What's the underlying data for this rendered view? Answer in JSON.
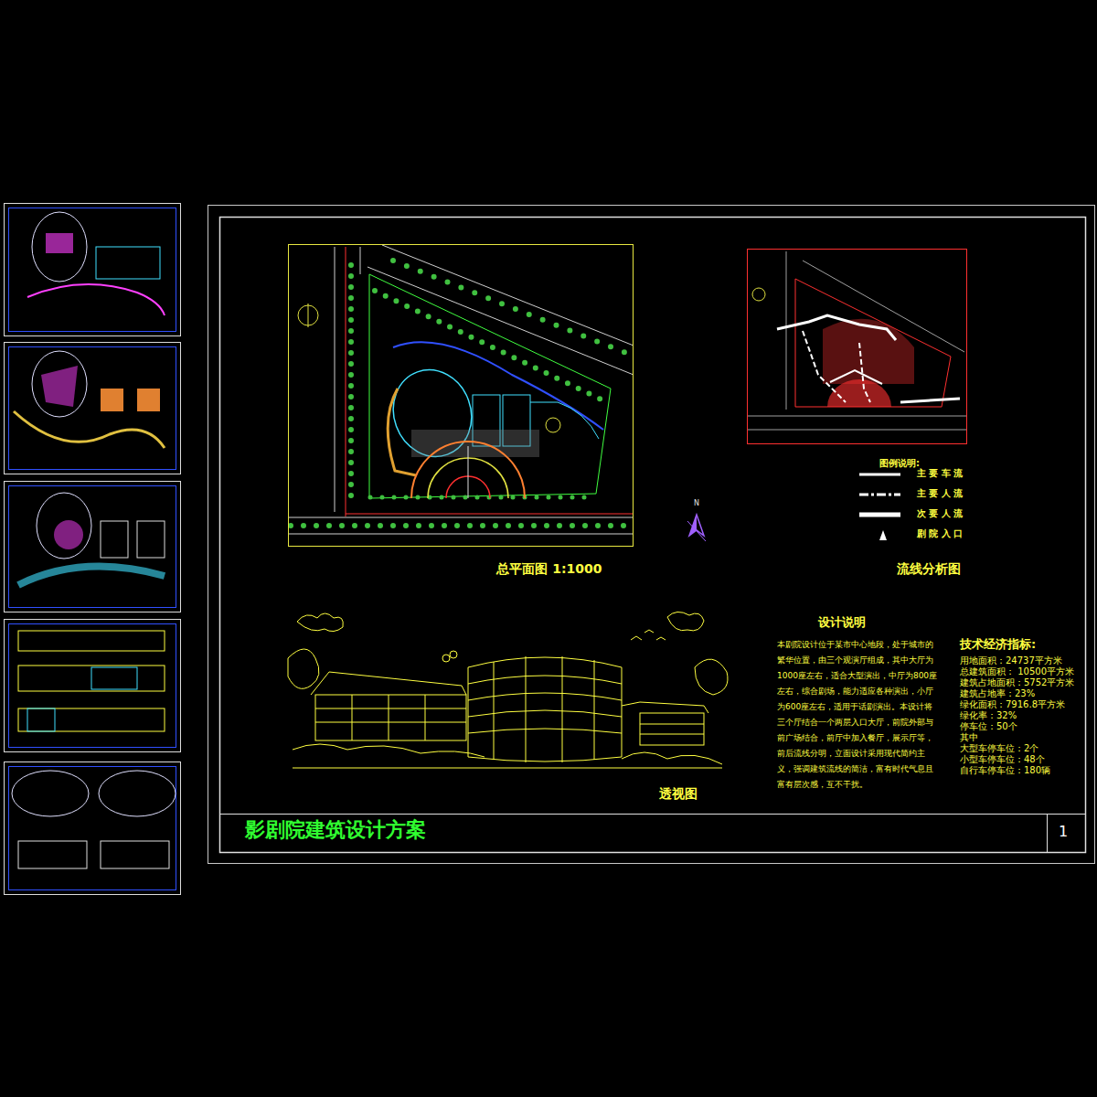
{
  "diagram": {
    "title": "影剧院建筑设计方案",
    "nodes": [
      {
        "text": [
          "总平面图 1:1000"
        ]
      },
      {
        "text": [
          "流线分析图"
        ]
      }
    ],
    "labels": [
      "透视图",
      "设计说明",
      "本剧院设计位于某市中心地段，处于城市的繁华位置，由三个观演厅组成，其中大厅为1000座左右，适合大型演出，中厅为800座左右，综合剧场，能力适应各种演出，小厅为600座左右，适用于话剧演出。本设计将三个厅结合一个两层入口大厅，前院外部与前广场结合，前厅中加入餐厅，展示厅等，前后流线分明，立面设计采用现代简约主义，强调建筑流线的简洁，富有时代气息且富有层次感，互不干扰。",
      "技术经济指标:",
      "用地面积：24737平方米",
      "总建筑面积： 10500平方米",
      "建筑占地面积：5752平方米",
      "建筑占地率：23%",
      "绿化面积：7916.8平方米",
      "绿化率：32%",
      "停车位：50个",
      "其中",
      "大型车停车位：2个",
      "小型车停车位：48个",
      "自行车停车位：180辆",
      "1",
      "图例说明:",
      "N"
    ],
    "legend": [
      {
        "text": "主 要 车 流"
      },
      {
        "text": "主 要 人 流"
      },
      {
        "text": "次 要 人 流"
      },
      {
        "text": "剧 院 入 口"
      }
    ]
  }
}
